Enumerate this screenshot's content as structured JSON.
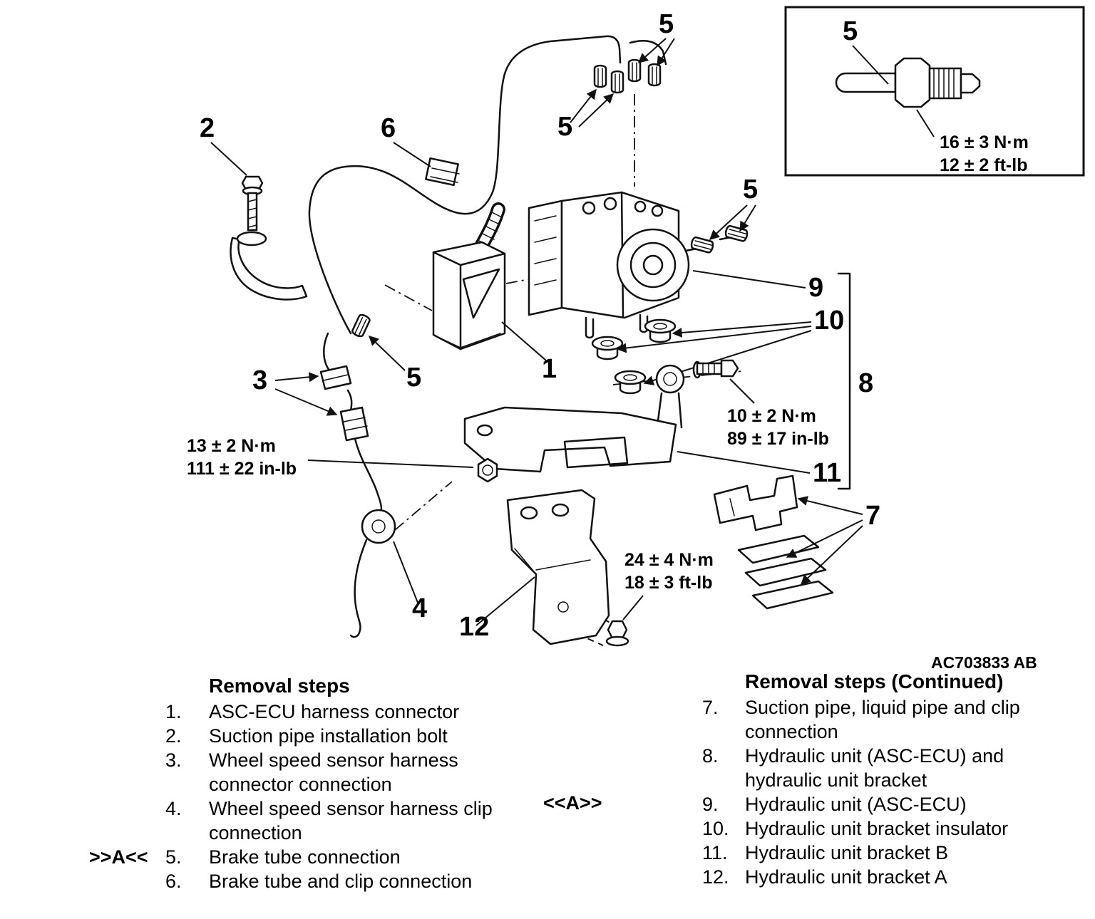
{
  "diagram": {
    "ref_code": "AC703833 AB",
    "callouts": {
      "c1": "1",
      "c2": "2",
      "c3": "3",
      "c4": "4",
      "c5": "5",
      "c6": "6",
      "c7": "7",
      "c8": "8",
      "c9": "9",
      "c10": "10",
      "c11": "11",
      "c12": "12"
    },
    "torque_specs": {
      "sensor": {
        "l1": "16 ± 3 N·m",
        "l2": "12 ± 2 ft-lb"
      },
      "bracket_bolt": {
        "l1": "10 ± 2 N·m",
        "l2": "89 ± 17 in-lb"
      },
      "sensor_nut": {
        "l1": "13 ± 2 N·m",
        "l2": "111 ± 22 in-lb"
      },
      "bracket_a_bolt": {
        "l1": "24 ± 4 N·m",
        "l2": "18 ± 3 ft-lb"
      }
    }
  },
  "marker_mid": "<<A>>",
  "steps_left": {
    "heading": "Removal steps",
    "items": [
      {
        "marker": "",
        "num": "1.",
        "text": "ASC-ECU harness connector"
      },
      {
        "marker": "",
        "num": "2.",
        "text": "Suction pipe installation bolt"
      },
      {
        "marker": "",
        "num": "3.",
        "text": "Wheel speed sensor harness connector connection"
      },
      {
        "marker": "",
        "num": "4.",
        "text": "Wheel speed sensor harness clip connection"
      },
      {
        "marker": ">>A<<",
        "num": "5.",
        "text": "Brake tube connection"
      },
      {
        "marker": "",
        "num": "6.",
        "text": "Brake tube and clip connection"
      }
    ]
  },
  "steps_right": {
    "heading": "Removal steps (Continued)",
    "items": [
      {
        "num": "7.",
        "text": "Suction pipe, liquid pipe and clip connection"
      },
      {
        "num": "8.",
        "text": "Hydraulic unit (ASC-ECU) and hydraulic unit bracket"
      },
      {
        "num": "9.",
        "text": "Hydraulic unit (ASC-ECU)"
      },
      {
        "num": "10.",
        "text": "Hydraulic unit bracket insulator"
      },
      {
        "num": "11.",
        "text": "Hydraulic unit bracket B"
      },
      {
        "num": "12.",
        "text": "Hydraulic unit bracket A"
      }
    ]
  }
}
